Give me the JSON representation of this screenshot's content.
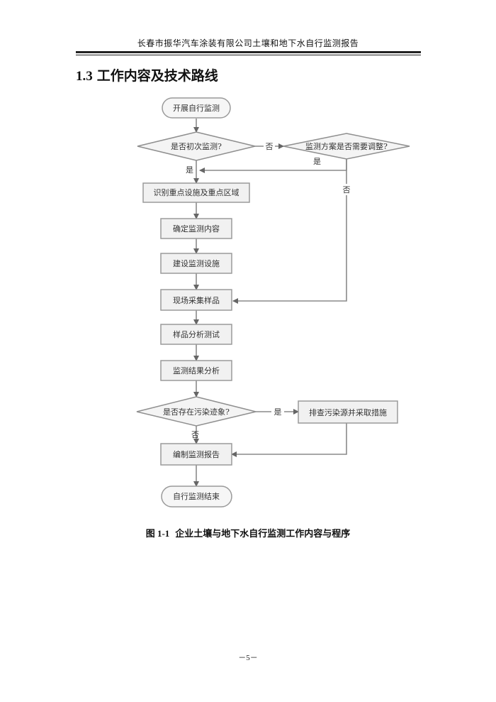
{
  "header": {
    "title": "长春市振华汽车涂装有限公司土壤和地下水自行监测报告"
  },
  "section": {
    "number": "1.3",
    "title": "工作内容及技术路线"
  },
  "flowchart": {
    "nodes": {
      "start": "开展自行监测",
      "first_time": "是否初次监测?",
      "plan_adjust": "监测方案是否需要调整?",
      "identify": "识别重点设施及重点区域",
      "determine": "确定监测内容",
      "build": "建设监测设施",
      "sample": "现场采集样品",
      "analyze": "样品分析测试",
      "results": "监测结果分析",
      "pollution": "是否存在污染迹象?",
      "investigate": "排查污染源并采取措施",
      "report": "编制监测报告",
      "end": "自行监测结束"
    },
    "edge_labels": {
      "yes": "是",
      "no": "否"
    }
  },
  "caption": {
    "number": "图 1-1",
    "text": "企业土壤与地下水自行监测工作内容与程序"
  },
  "page_number": "－5－"
}
